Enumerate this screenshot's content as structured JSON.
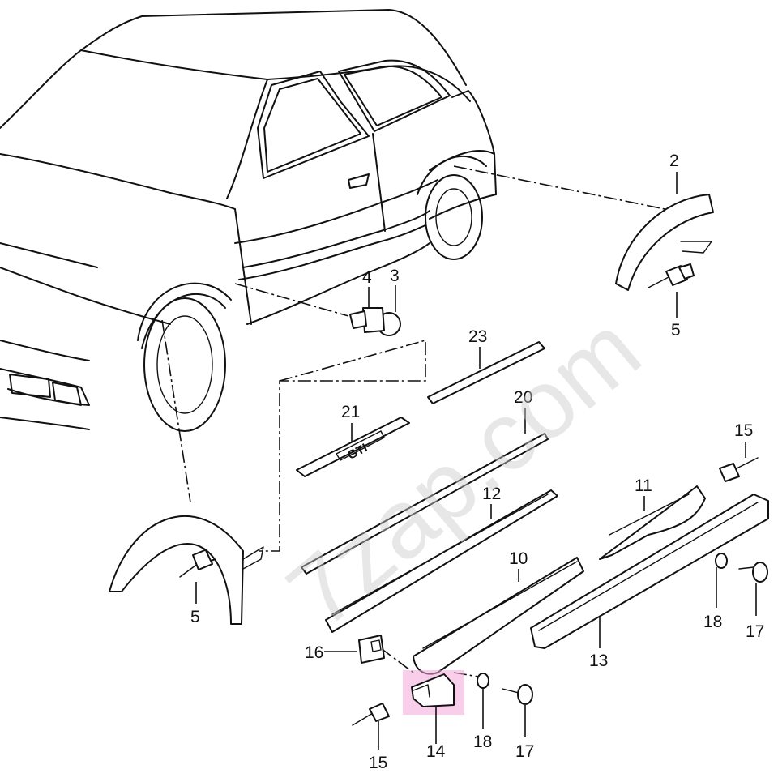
{
  "watermark": "7zap.com",
  "highlight_color": "#f2a6d8",
  "callouts": {
    "c2": "2",
    "c3": "3",
    "c4": "4",
    "c5a": "5",
    "c5b": "5",
    "c10": "10",
    "c11": "11",
    "c12": "12",
    "c13": "13",
    "c14": "14",
    "c15a": "15",
    "c15b": "15",
    "c16": "16",
    "c17a": "17",
    "c17b": "17",
    "c18a": "18",
    "c18b": "18",
    "c20": "20",
    "c21": "21",
    "c23": "23"
  },
  "emblem_text": "GTI",
  "highlighted_part": "14"
}
